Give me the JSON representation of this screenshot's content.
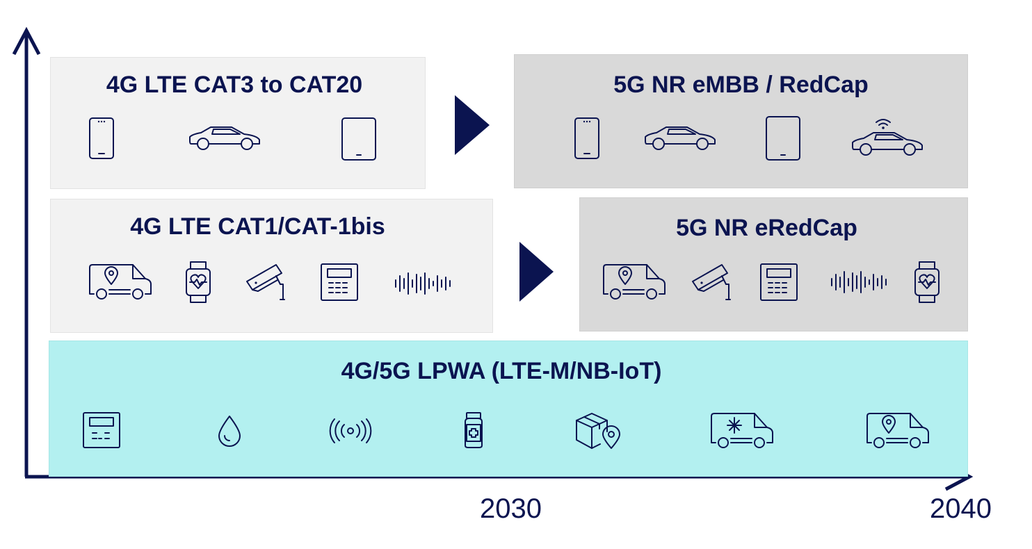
{
  "boxes": {
    "lte_cat3": {
      "title": "4G LTE CAT3 to CAT20",
      "icons": [
        "smartphone-icon",
        "car-icon",
        "tablet-icon"
      ]
    },
    "nr_embb": {
      "title": "5G NR eMBB / RedCap",
      "icons": [
        "smartphone-icon",
        "car-icon",
        "tablet-icon",
        "connected-car-icon"
      ]
    },
    "lte_cat1": {
      "title": "4G LTE CAT1/CAT-1bis",
      "icons": [
        "delivery-van-location-icon",
        "smartwatch-heart-icon",
        "security-camera-icon",
        "keypad-terminal-icon",
        "audio-waveform-icon"
      ]
    },
    "nr_eredcap": {
      "title": "5G NR eRedCap",
      "icons": [
        "delivery-van-location-icon",
        "security-camera-icon",
        "keypad-terminal-icon",
        "audio-waveform-icon",
        "smartwatch-heart-icon"
      ]
    },
    "lpwa": {
      "title": "4G/5G LPWA (LTE-M/NB-IoT)",
      "icons": [
        "smart-meter-icon",
        "water-drop-icon",
        "wireless-signal-icon",
        "medicine-bottle-icon",
        "package-location-icon",
        "refrigerated-van-icon",
        "delivery-van-location-icon"
      ]
    }
  },
  "axis": {
    "ticks": [
      "2030",
      "2040"
    ]
  },
  "colors": {
    "navy": "#0b1450",
    "light_box": "#f2f2f2",
    "grey_box": "#d9d9d9",
    "lpwa_box": "#b3f0f0"
  }
}
